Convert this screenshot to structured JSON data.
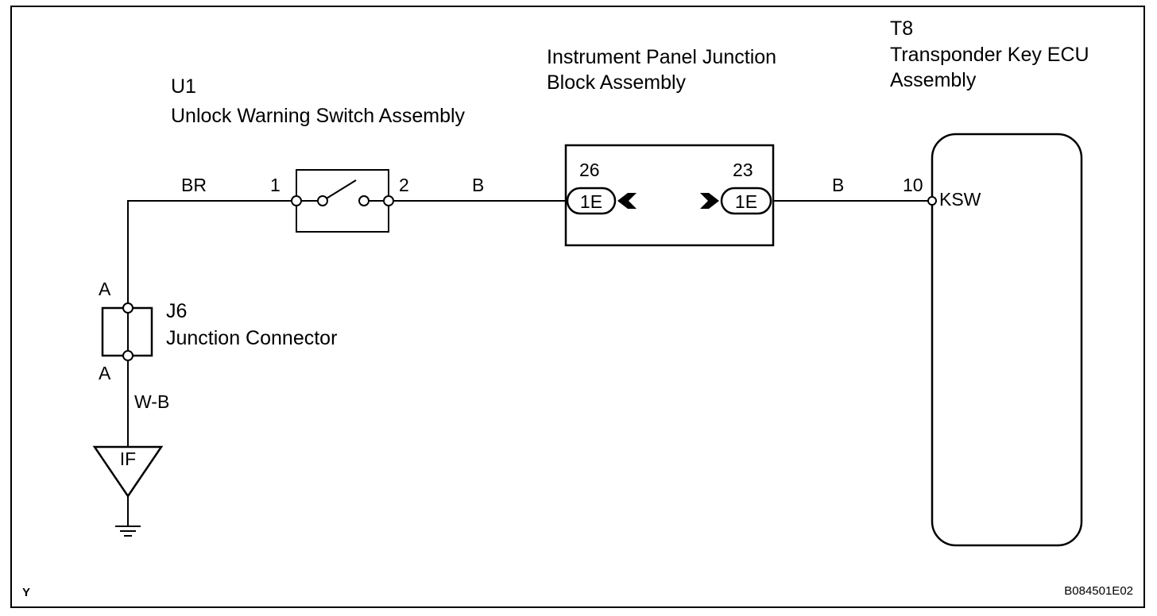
{
  "frame_letter": "Y",
  "figure_code": "B084501E02",
  "components": {
    "u1": {
      "code": "U1",
      "name": "Unlock Warning Switch Assembly",
      "pin_in": "1",
      "pin_out": "2"
    },
    "jb": {
      "name_line1": "Instrument Panel Junction",
      "name_line2": "Block Assembly",
      "pin_left": "26",
      "pin_right": "23",
      "conn_left": "1E",
      "conn_right": "1E"
    },
    "t8": {
      "code": "T8",
      "name_line1": "Transponder Key ECU",
      "name_line2": "Assembly",
      "pin": "10",
      "terminal": "KSW"
    },
    "j6": {
      "code": "J6",
      "name": "Junction Connector",
      "pin_top": "A",
      "pin_bottom": "A"
    },
    "ground": {
      "code": "IF"
    }
  },
  "wires": {
    "br": "BR",
    "b_left": "B",
    "b_right": "B",
    "wb": "W-B"
  }
}
